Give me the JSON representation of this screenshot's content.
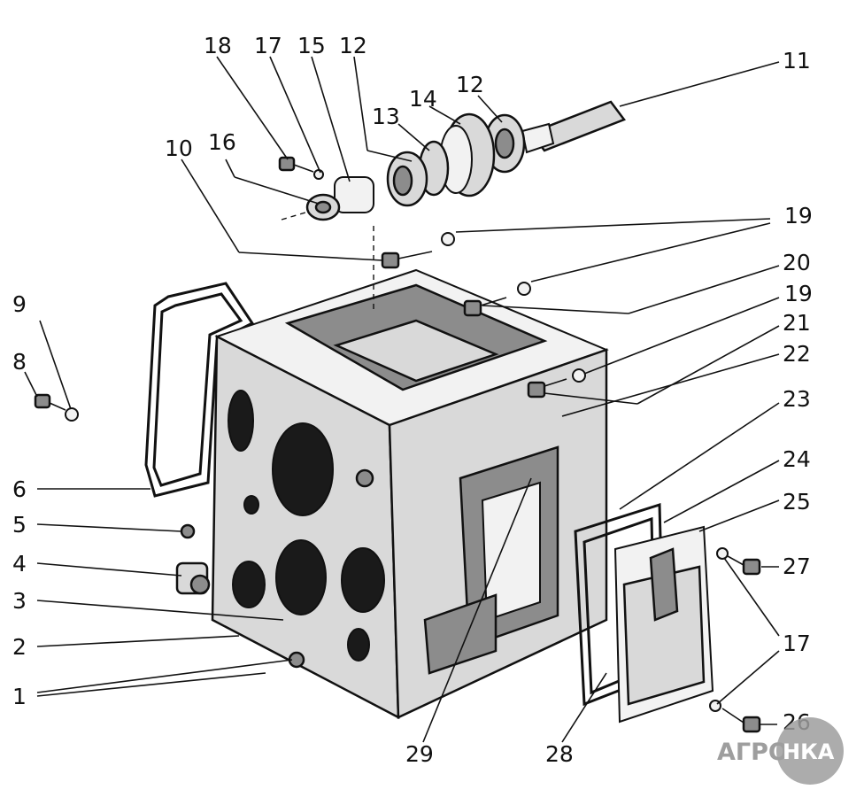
{
  "labels": [
    {
      "id": "18",
      "text": "18"
    },
    {
      "id": "17a",
      "text": "17"
    },
    {
      "id": "15",
      "text": "15"
    },
    {
      "id": "12a",
      "text": "12"
    },
    {
      "id": "11",
      "text": "11"
    },
    {
      "id": "14",
      "text": "14"
    },
    {
      "id": "12b",
      "text": "12"
    },
    {
      "id": "13",
      "text": "13"
    },
    {
      "id": "10",
      "text": "10"
    },
    {
      "id": "16",
      "text": "16"
    },
    {
      "id": "19a",
      "text": "19"
    },
    {
      "id": "20",
      "text": "20"
    },
    {
      "id": "19b",
      "text": "19"
    },
    {
      "id": "21",
      "text": "21"
    },
    {
      "id": "22",
      "text": "22"
    },
    {
      "id": "23",
      "text": "23"
    },
    {
      "id": "24",
      "text": "24"
    },
    {
      "id": "25",
      "text": "25"
    },
    {
      "id": "27",
      "text": "27"
    },
    {
      "id": "17b",
      "text": "17"
    },
    {
      "id": "26",
      "text": "26"
    },
    {
      "id": "9",
      "text": "9"
    },
    {
      "id": "8",
      "text": "8"
    },
    {
      "id": "6",
      "text": "6"
    },
    {
      "id": "5",
      "text": "5"
    },
    {
      "id": "4",
      "text": "4"
    },
    {
      "id": "3",
      "text": "3"
    },
    {
      "id": "2",
      "text": "2"
    },
    {
      "id": "1",
      "text": "1"
    },
    {
      "id": "29",
      "text": "29"
    },
    {
      "id": "28",
      "text": "28"
    }
  ],
  "watermark": {
    "left": "АГРО",
    "right": "НКА"
  },
  "colors": {
    "ink": "#111111",
    "metal": "#d9d9d9",
    "shadow": "#8c8c8c",
    "watermark": "#9e9e9e"
  }
}
